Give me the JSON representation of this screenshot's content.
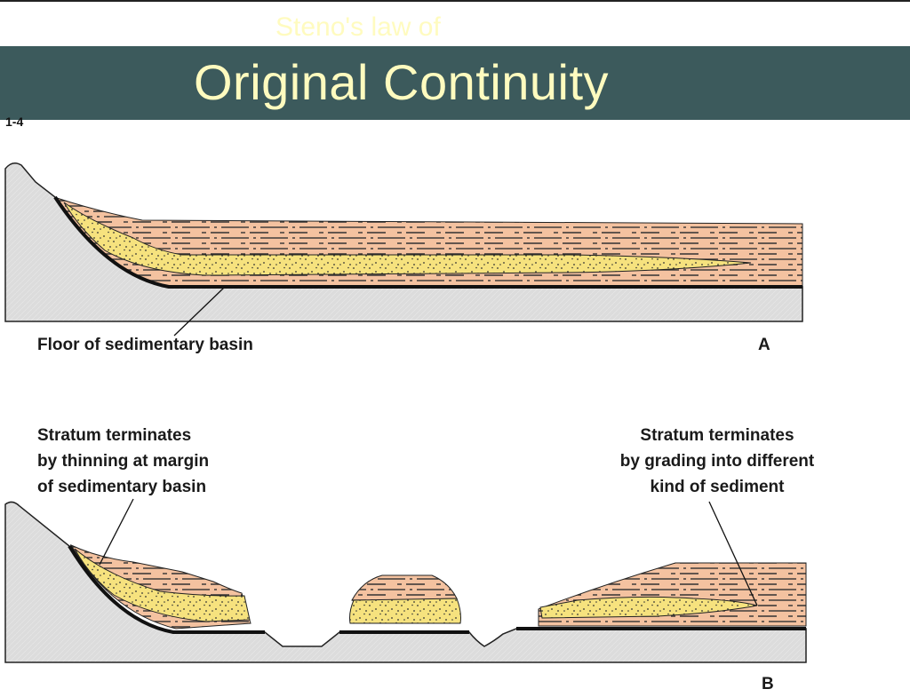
{
  "slide": {
    "subtitle": "Steno's law of",
    "title": "Original Continuity",
    "figure_number": "1-4"
  },
  "panel_a": {
    "floor_label": "Floor of sedimentary basin",
    "panel_letter": "A"
  },
  "panel_b": {
    "left_label": [
      "Stratum terminates",
      "by thinning at margin",
      "of sedimentary basin"
    ],
    "right_label": [
      "Stratum terminates",
      "by grading into different",
      "kind of sediment"
    ],
    "panel_letter": "B"
  },
  "colors": {
    "title_bar": "#3c5a5c",
    "title_text": "#fffbbf",
    "bedrock": "#dcdcdc",
    "shale": "#f4c2a0",
    "sandstone": "#f6e27e"
  }
}
